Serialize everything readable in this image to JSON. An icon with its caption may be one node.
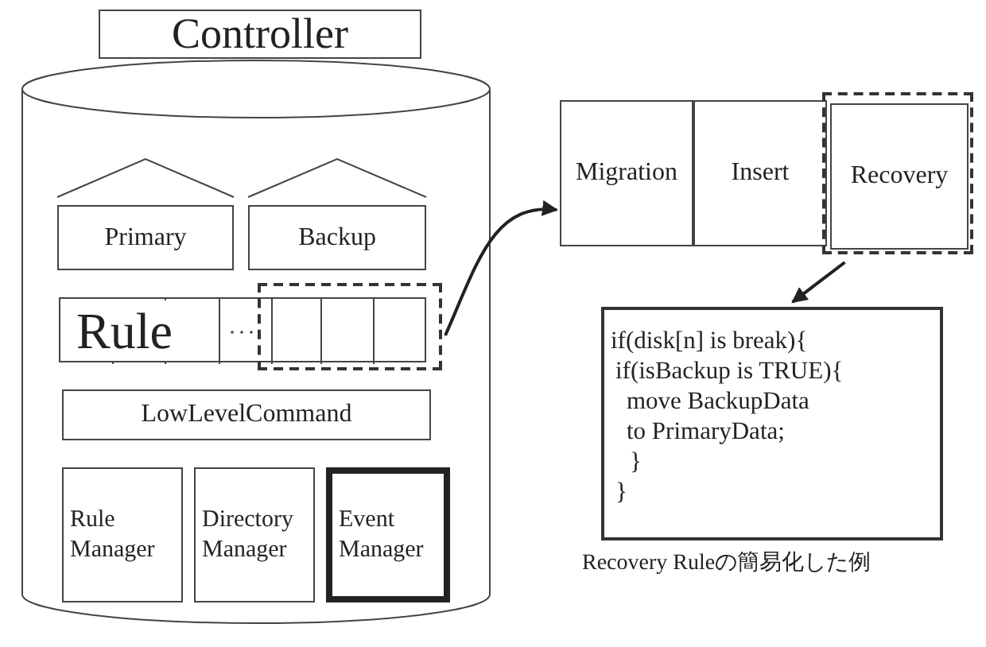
{
  "diagram": {
    "nodes": [
      {
        "text": [
          "Controller"
        ]
      },
      {
        "text": [],
        "shape": "cylinder"
      },
      {
        "text": [
          "Primary"
        ],
        "in": 1
      },
      {
        "text": [
          "Backup"
        ],
        "in": 1
      },
      {
        "text": [
          "Rule"
        ],
        "in": 1
      },
      {
        "text": [],
        "shape": "box",
        "in": 1
      },
      {
        "text": [
          "LowLevelCommand"
        ],
        "in": 1
      },
      {
        "text": [
          "Rule Manager"
        ],
        "in": 1
      },
      {
        "text": [
          "Directory Manager"
        ],
        "in": 1
      },
      {
        "text": [
          "Event Manager"
        ],
        "in": 1
      },
      {
        "text": [
          "Migration"
        ]
      },
      {
        "text": [
          "Insert"
        ]
      },
      {
        "text": [],
        "shape": "box"
      },
      {
        "text": [
          "Recovery"
        ],
        "in": 12
      },
      {
        "text": [
          "if(disk[n] is break){",
          "if(isBackup is TRUE){",
          "move BackupData to PrimaryData;",
          "}",
          "}"
        ],
        "beside": [
          "Recovery Ruleの簡易化した例"
        ]
      }
    ],
    "edges": [
      {
        "from": 5,
        "to": 10,
        "arrow": "to"
      },
      {
        "from": 12,
        "to": 14,
        "arrow": "to"
      }
    ]
  }
}
